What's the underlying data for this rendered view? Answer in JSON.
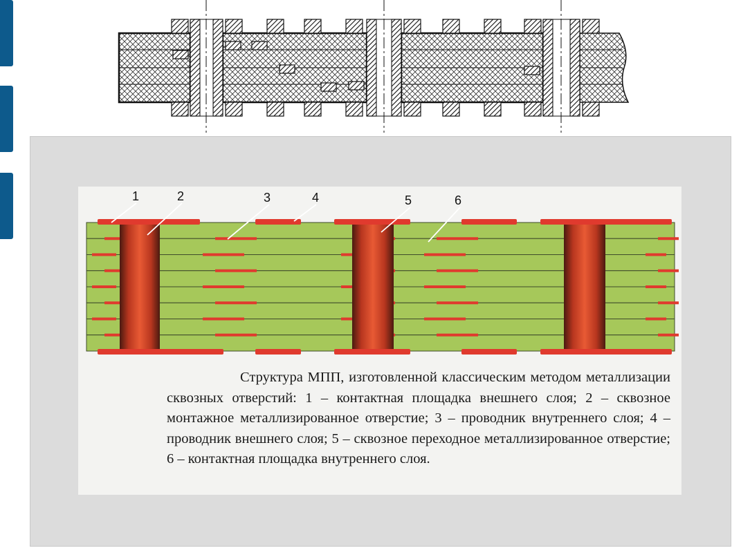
{
  "colors": {
    "side_tab": "#0d5a8c",
    "panel": "#dcdcdc",
    "dielectric": "#a6c85a",
    "copper_pad": "#e03a2e",
    "via_core": "#e0522e",
    "via_edge": "#5a1c12",
    "drawing_line": "#111111"
  },
  "callouts": [
    "1",
    "2",
    "3",
    "4",
    "5",
    "6"
  ],
  "caption": "Структура МПП, изготовленной классическим методом металлизации сквозных отверстий: 1 – контактная площадка внешнего слоя; 2 – сквозное монтажное металлизированное отверстие; 3 – проводник внутреннего слоя; 4 – проводник внешнего слоя; 5 – сквозное переходное металлизированное отверстие; 6 – контактная площадка внутреннего слоя."
}
